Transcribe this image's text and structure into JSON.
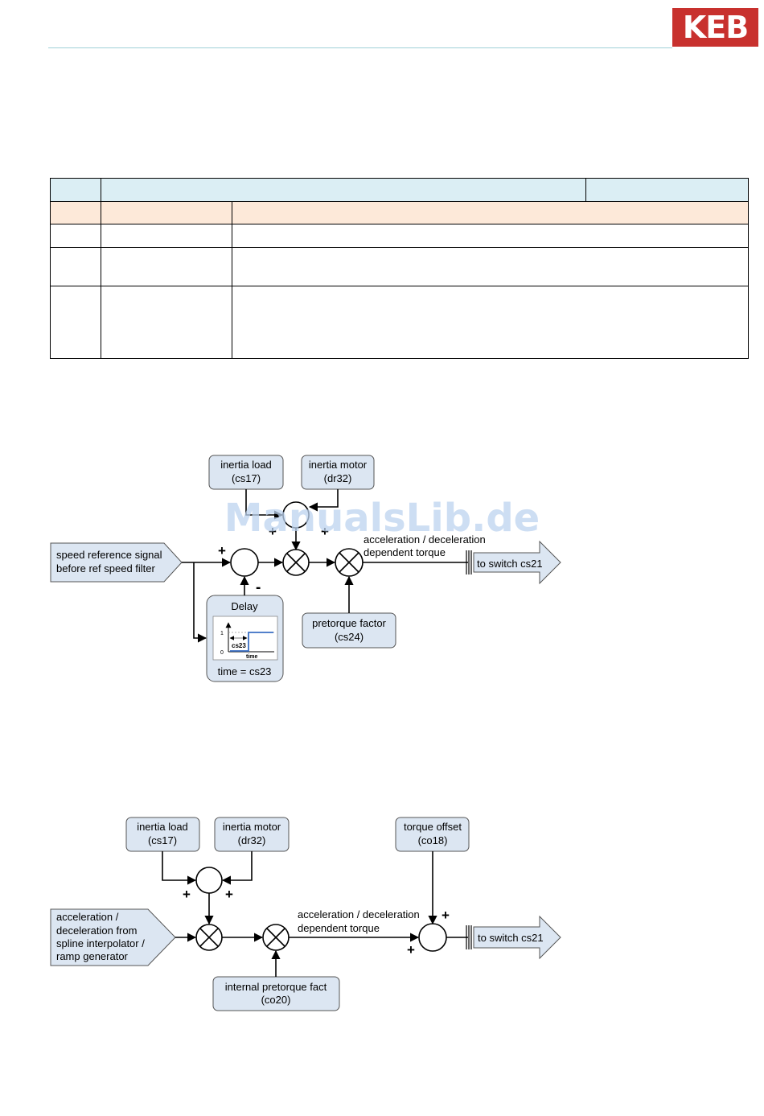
{
  "logo": {
    "text": "KEB",
    "color": "#c8312e"
  },
  "watermark": "ManualsLib.de",
  "table": {
    "colors": {
      "header": "#dbeef4",
      "subheader": "#fde9d9"
    }
  },
  "diagram1": {
    "input": {
      "line1": "speed reference signal",
      "line2": "before  ref speed filter"
    },
    "inertia_load": {
      "line1": "inertia load",
      "line2": "(cs17)"
    },
    "inertia_motor": {
      "line1": "inertia motor",
      "line2": "(dr32)"
    },
    "delay": {
      "title": "Delay",
      "caption": "time = cs23",
      "plot": {
        "y1": "1",
        "y0": "0",
        "param": "cs23",
        "xlabel": "time"
      }
    },
    "pretorque": {
      "line1": "pretorque factor",
      "line2": "(cs24)"
    },
    "torque_label": {
      "line1": "acceleration / deceleration",
      "line2": "dependent torque"
    },
    "output": "to switch cs21",
    "signs": {
      "plus": "+",
      "minus": "-"
    }
  },
  "diagram2": {
    "input": {
      "line1": "acceleration /",
      "line2": "deceleration from",
      "line3": "spline interpolator /",
      "line4": "ramp generator"
    },
    "inertia_load": {
      "line1": "inertia load",
      "line2": "(cs17)"
    },
    "inertia_motor": {
      "line1": "inertia motor",
      "line2": "(dr32)"
    },
    "torque_offset": {
      "line1": "torque offset",
      "line2": "(co18)"
    },
    "pretorque": {
      "line1": "internal pretorque fact",
      "line2": "(co20)"
    },
    "torque_label": {
      "line1": "acceleration / deceleration",
      "line2": "dependent torque"
    },
    "output": "to switch cs21",
    "signs": {
      "plus": "+"
    }
  }
}
